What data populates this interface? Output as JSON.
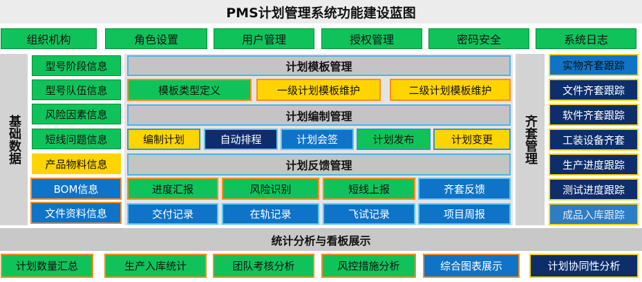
{
  "title": "PMS计划管理系统功能建设蓝图",
  "top_modules": [
    "组织机构",
    "角色设置",
    "用户管理",
    "授权管理",
    "密码安全",
    "系统日志"
  ],
  "left_label": "基础数据",
  "basic_data": [
    "型号阶段信息",
    "型号队伍信息",
    "风险因素信息",
    "短线问题信息",
    "产品物料信息",
    "BOM信息",
    "文件资料信息"
  ],
  "template_mgmt": {
    "title": "计划模板管理",
    "items": [
      "模板类型定义",
      "一级计划模板维护",
      "二级计划模板维护"
    ]
  },
  "compile_mgmt": {
    "title": "计划编制管理",
    "items": [
      "编制计划",
      "自动排程",
      "计划会签",
      "计划发布",
      "计划变更"
    ]
  },
  "feedback_mgmt": {
    "title": "计划反馈管理",
    "row1": [
      "进度汇报",
      "风险识别",
      "短线上报",
      "齐套反馈"
    ],
    "row2": [
      "交付记录",
      "在轨记录",
      "飞试记录",
      "项目周报"
    ]
  },
  "right_label": "齐套管理",
  "kit_mgmt": [
    "实物齐套跟踪",
    "文件齐套跟踪",
    "软件齐套跟踪",
    "工装设备齐套",
    "生产进度跟踪",
    "测试进度跟踪",
    "成品入库跟踪"
  ],
  "analysis": {
    "title": "统计分析与看板展示",
    "items": [
      "计划数量汇总",
      "生产入库统计",
      "团队考核分析",
      "风控措施分析",
      "综合图表展示",
      "计划协同性分析"
    ]
  }
}
